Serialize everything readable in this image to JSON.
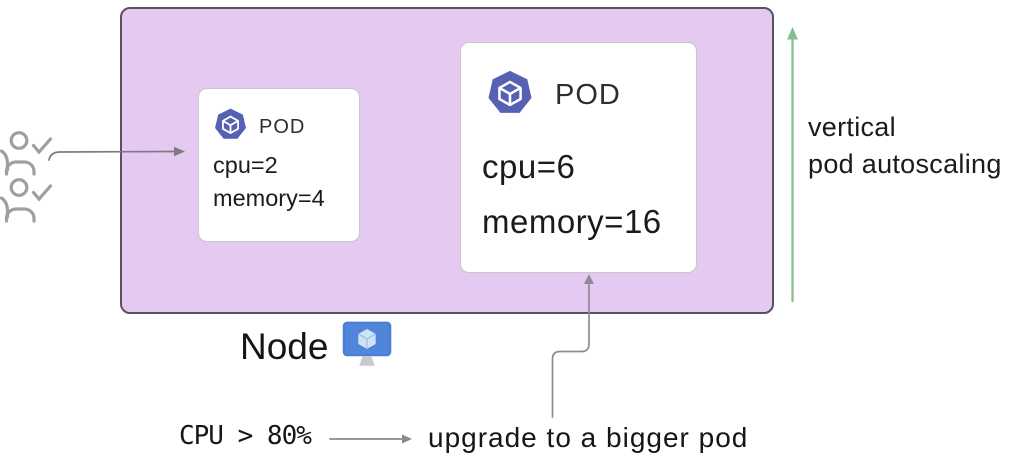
{
  "node": {
    "label": "Node"
  },
  "pods": {
    "small": {
      "title": "POD",
      "cpu": "cpu=2",
      "memory": "memory=4"
    },
    "large": {
      "title": "POD",
      "cpu": "cpu=6",
      "memory": "memory=16"
    }
  },
  "annotations": {
    "vpa_line1": "vertical",
    "vpa_line2": "pod autoscaling",
    "condition": "CPU > 80%",
    "action": "upgrade to a bigger pod"
  },
  "icons": {
    "pod_icon": "kubernetes-pod-icon",
    "node_icon": "vm-monitor-icon",
    "users_icon": "user-check-icon",
    "vpa_arrow": "up-arrow",
    "flow_arrow": "right-arrow"
  },
  "colors": {
    "node_fill": "#e4caf1",
    "node_border": "#57525e",
    "pod_border": "#c8c8c8",
    "pod_icon_fill": "#5661b3",
    "node_icon_blue": "#4a7ed4",
    "vpa_arrow_green": "#84bf8d",
    "connector_gray": "#7e7984",
    "text": "#1b1b1b"
  }
}
